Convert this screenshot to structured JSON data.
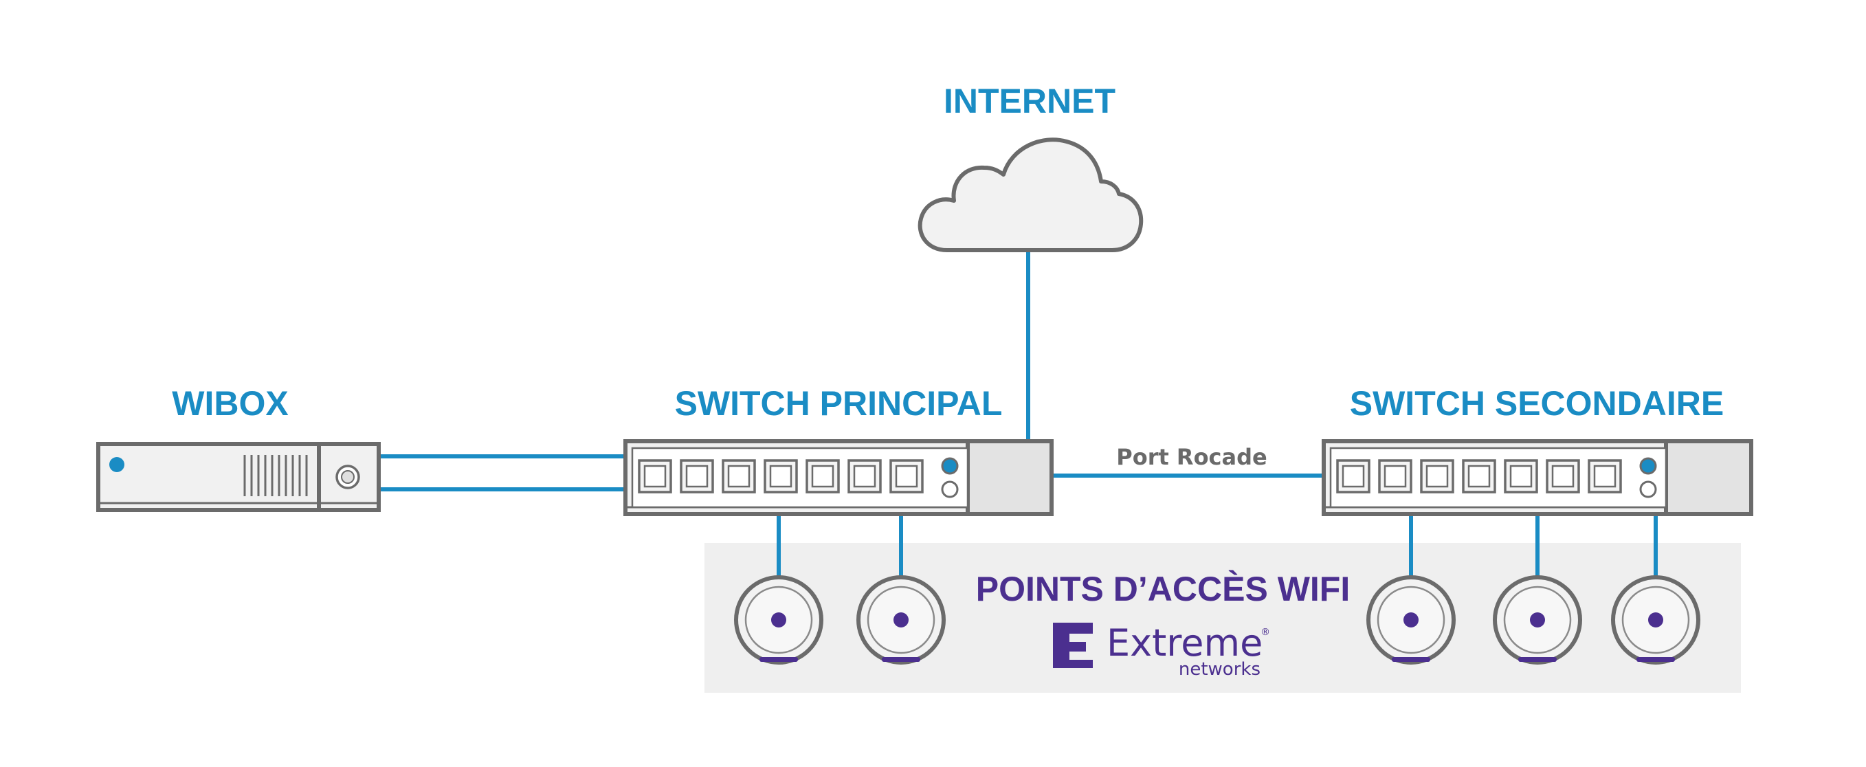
{
  "labels": {
    "internet": "INTERNET",
    "wibox": "WIBOX",
    "switch_principal": "SWITCH PRINCIPAL",
    "switch_secondaire": "SWITCH SECONDAIRE",
    "port_rocade": "Port Rocade",
    "points_acces": "POINTS D’ACCÈS WIFI"
  },
  "brand": {
    "name": "Extreme",
    "sub": "networks",
    "registered": "®"
  },
  "colors": {
    "link": "#1a8cc4",
    "device_stroke": "#6b6b6b",
    "device_fill": "#f1f1f1",
    "panel": "#efefef",
    "brand": "#4b2f8f"
  },
  "icons": [
    "cloud-icon",
    "wibox-device-icon",
    "switch-icon",
    "access-point-icon",
    "extreme-logo-icon"
  ]
}
